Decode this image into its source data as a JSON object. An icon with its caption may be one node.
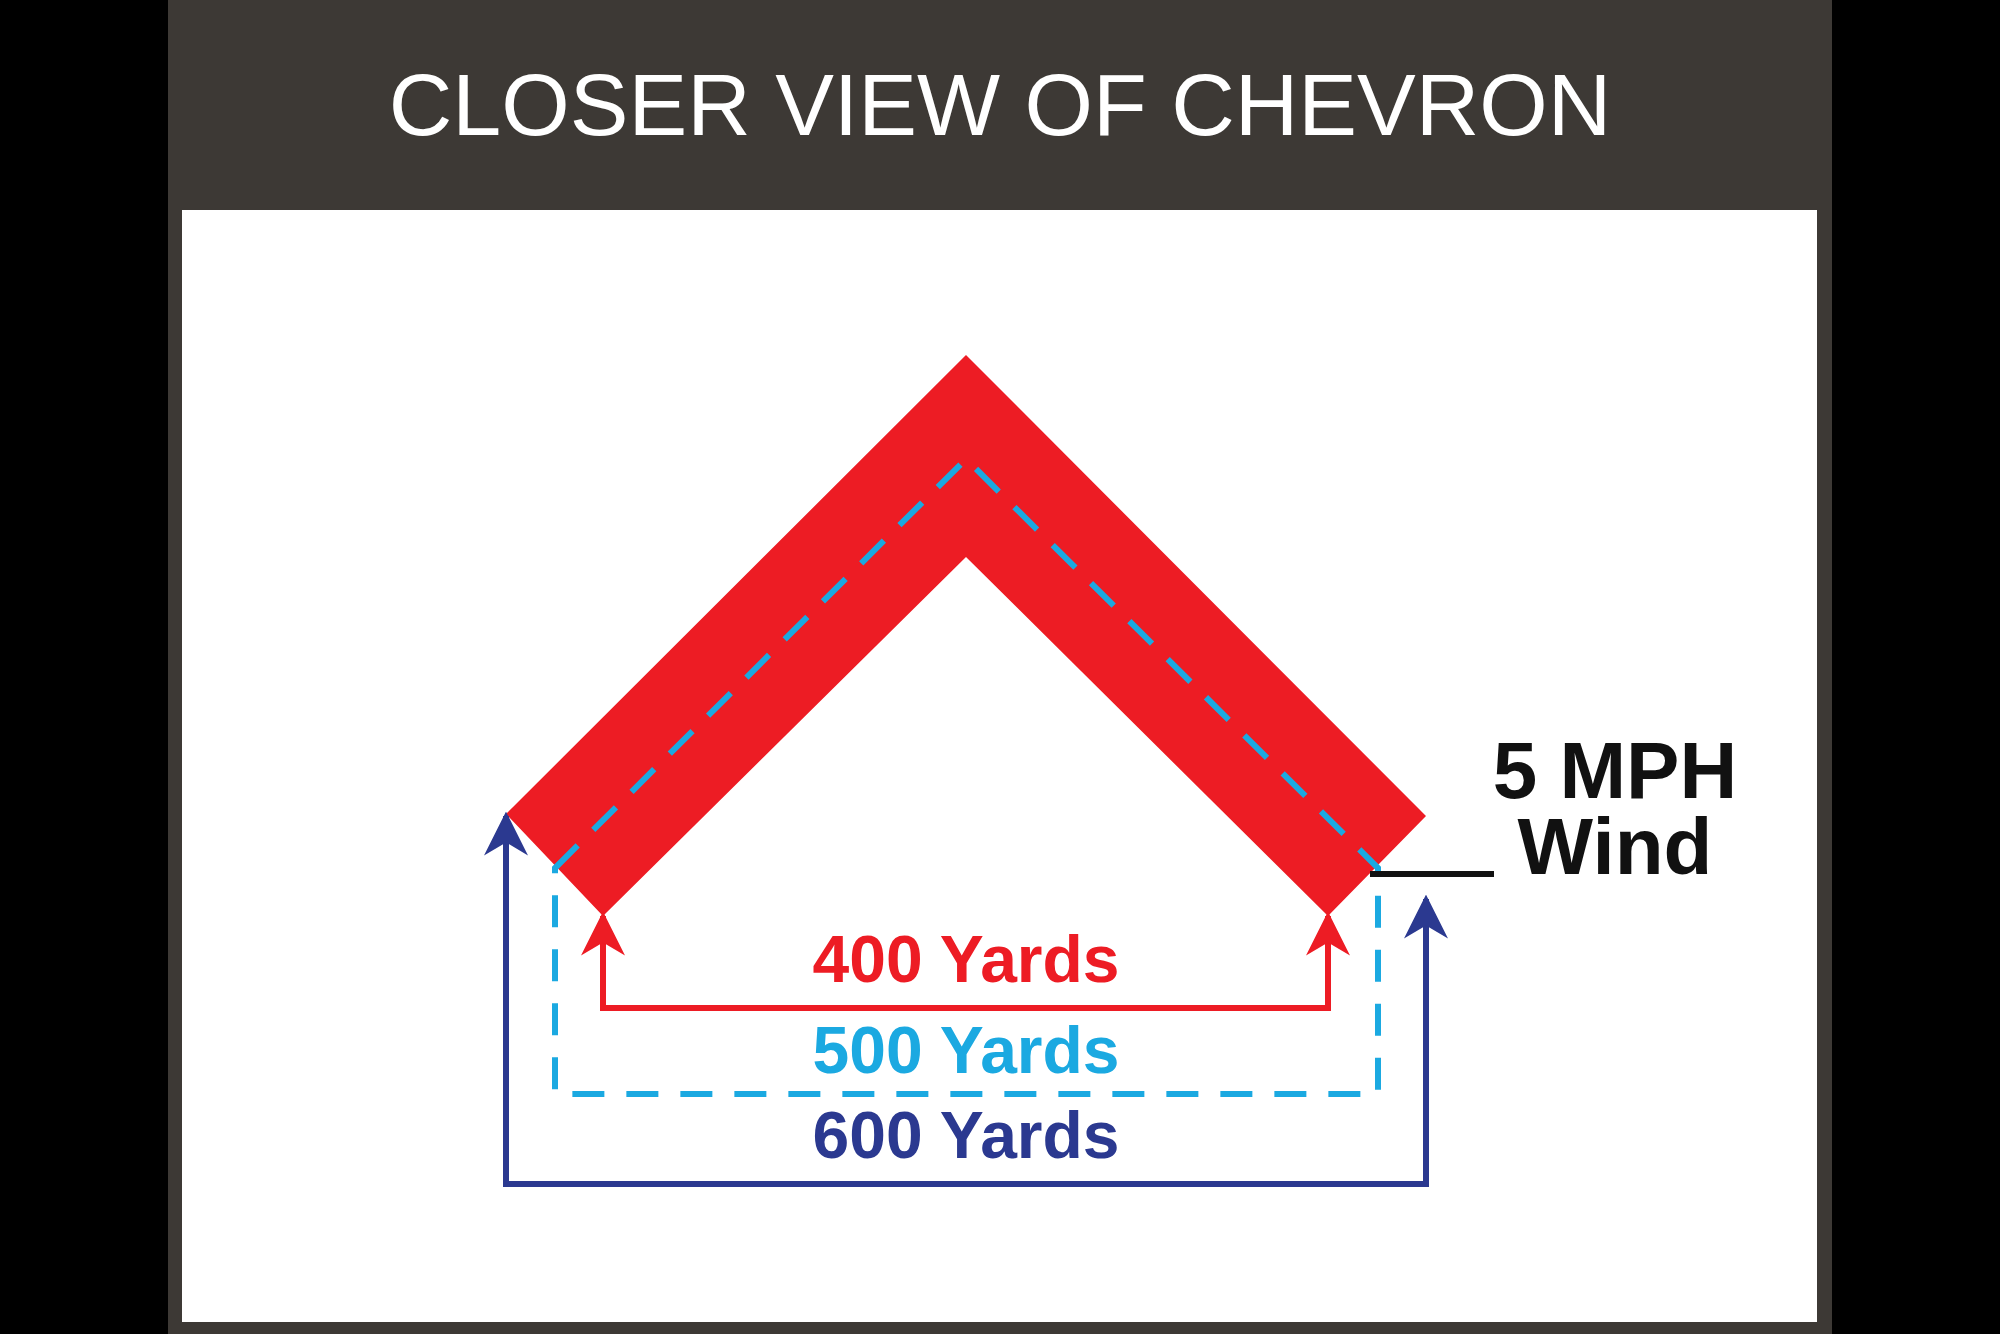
{
  "diagram": {
    "title": "CLOSER VIEW OF CHEVRON",
    "nodes": [
      {
        "text": [],
        "shape": "chevron"
      },
      {
        "text": [
          "5 MPH Wind"
        ]
      }
    ],
    "edges": [
      {
        "from": 1,
        "to": 0,
        "arrow": "none"
      }
    ],
    "labels": [
      "400 Yards",
      "500 Yards",
      "600 Yards"
    ]
  }
}
